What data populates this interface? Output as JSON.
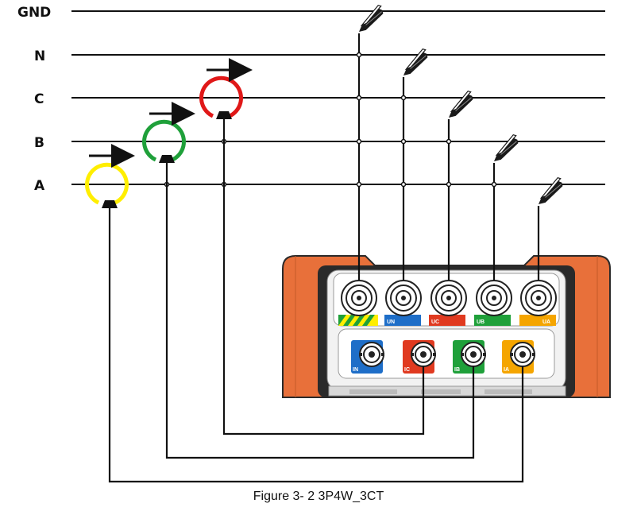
{
  "buses": [
    {
      "id": "gnd",
      "label": "GND"
    },
    {
      "id": "n",
      "label": "N"
    },
    {
      "id": "c",
      "label": "C"
    },
    {
      "id": "b",
      "label": "B"
    },
    {
      "id": "a",
      "label": "A"
    }
  ],
  "current_clamps": [
    {
      "phase": "A",
      "color": "#ffee00"
    },
    {
      "phase": "B",
      "color": "#1fa03a"
    },
    {
      "phase": "C",
      "color": "#e01818"
    }
  ],
  "voltage_terminals": [
    {
      "label": "",
      "stripe": "gnd"
    },
    {
      "label": "UN",
      "color": "#1e6ec8"
    },
    {
      "label": "UC",
      "color": "#e03a20"
    },
    {
      "label": "UB",
      "color": "#1fa03a"
    },
    {
      "label": "UA",
      "color": "#f5a500"
    }
  ],
  "current_terminals": [
    {
      "label": "IN",
      "color": "#1e6ec8"
    },
    {
      "label": "IC",
      "color": "#e03a20"
    },
    {
      "label": "IB",
      "color": "#1fa03a"
    },
    {
      "label": "IA",
      "color": "#f5a500"
    }
  ],
  "colors": {
    "device_body": "#e8703a",
    "device_dark": "#2a2a2a",
    "panel": "#f2f2f2"
  },
  "caption": "Figure 3- 2 3P4W_3CT"
}
